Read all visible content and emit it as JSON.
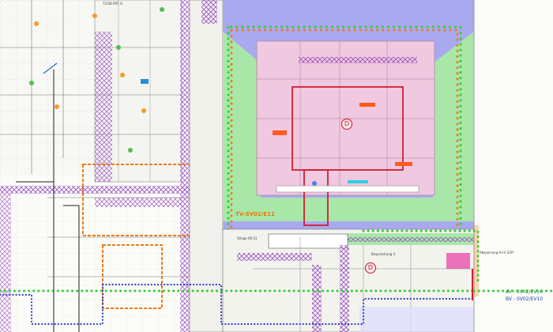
{
  "labels": {
    "zone_label": "TV-SV02/E11",
    "marker_d1": "D",
    "marker_d2": "D",
    "route_green": "AV - SV02/EV10",
    "route_blue": "BV - SV02/EV10",
    "top_left_label": "T2.DE PAT. 6",
    "side_note": "Absperrung A+V 2/07",
    "small_tag_a": "Stiege 00.01",
    "small_tag_b": "Besprechung 4"
  },
  "colors": {
    "zone_fill": "#f0c8df",
    "outer_fill": "#a9a9f0",
    "green_fill": "#a9e7a9",
    "hatch": "#9a4fc2",
    "orange_dash": "#f07a16",
    "green_dot": "#33cc33",
    "blue_dot": "#2a3fd6",
    "red_outline": "#cc1f33"
  }
}
